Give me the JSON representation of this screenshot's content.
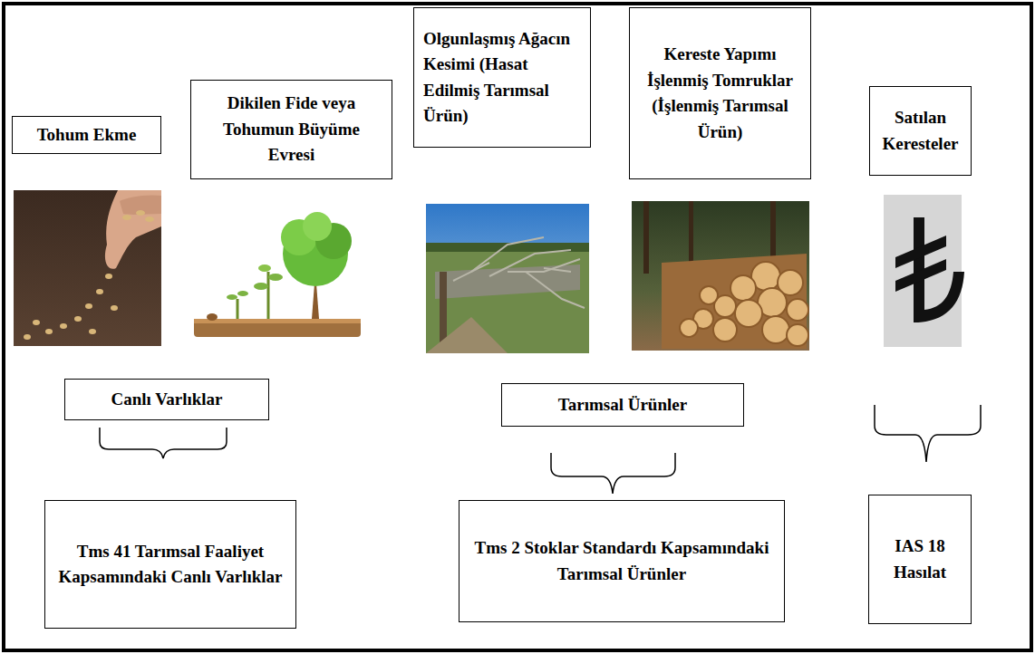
{
  "diagram": {
    "nodes": [
      {
        "text": [
          "Tohum Ekme"
        ]
      },
      {
        "text": [
          "Dikilen Fide veya Tohumun Büyüme Evresi"
        ]
      },
      {
        "text": [
          "Olgunlaşmış Ağacın Kesimi (Hasat Edilmiş Tarımsal Ürün)"
        ]
      },
      {
        "text": [
          "Kereste Yapımı İşlenmiş Tomruklar (İşlenmiş Tarımsal Ürün)"
        ]
      },
      {
        "text": [
          "Satılan Keresteler"
        ]
      },
      {
        "text": [
          "Canlı Varlıklar"
        ]
      },
      {
        "text": [
          "Tarımsal Ürünler"
        ]
      },
      {
        "text": [
          "Tms 41 Tarımsal Faaliyet Kapsamındaki Canlı Varlıklar"
        ]
      },
      {
        "text": [
          "Tms 2 Stoklar Standardı Kapsamındaki Tarımsal Ürünler"
        ]
      },
      {
        "text": [
          "IAS 18 Hasılat"
        ]
      }
    ]
  }
}
